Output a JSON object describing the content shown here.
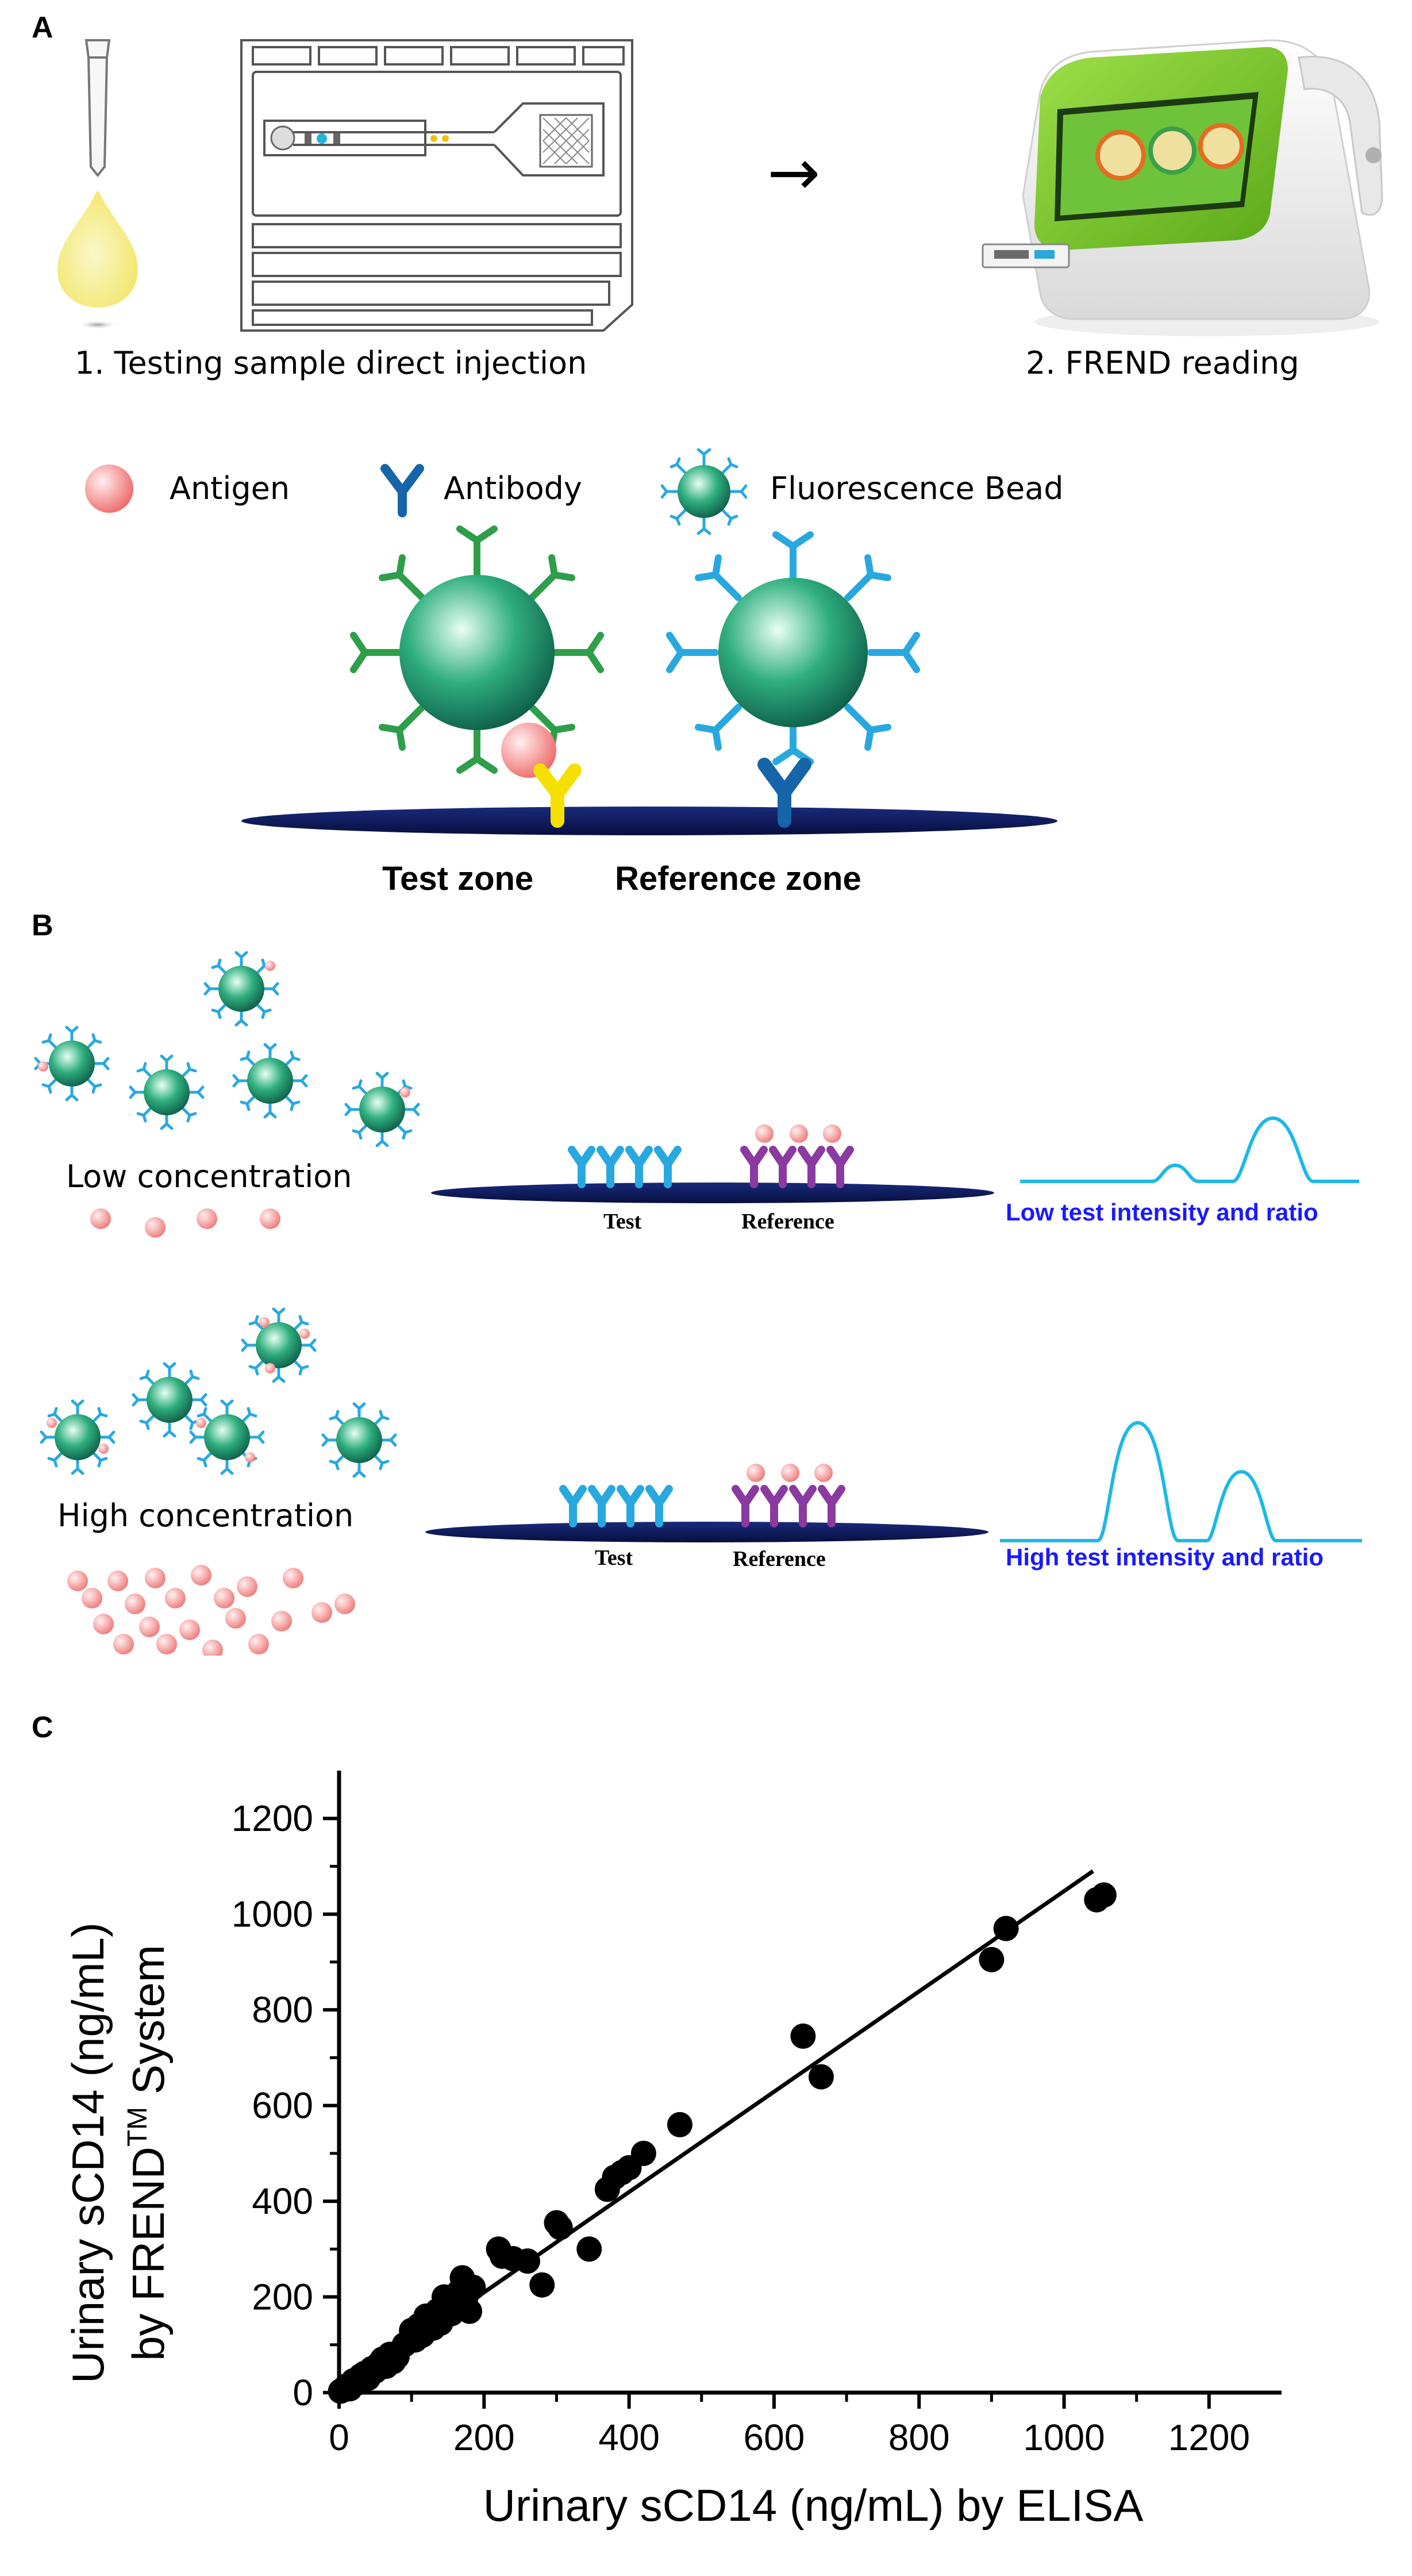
{
  "panels": {
    "a": "A",
    "b": "B",
    "c": "C"
  },
  "panel_a": {
    "step1": "1. Testing sample direct injection",
    "step2": "2. FREND reading",
    "arrow": "→",
    "legend": {
      "antigen": "Antigen",
      "antibody": "Antibody",
      "bead": "Fluorescence Bead"
    },
    "zones": {
      "test": "Test zone",
      "reference": "Reference zone"
    }
  },
  "panel_b": {
    "low": {
      "label": "Low concentration",
      "test": "Test",
      "reference": "Reference",
      "result": "Low test intensity and ratio"
    },
    "high": {
      "label": "High concentration",
      "test": "Test",
      "reference": "Reference",
      "result": "High test intensity and ratio"
    }
  },
  "colors": {
    "bead_green": "#1a8a5a",
    "antibody_green": "#2e9e4a",
    "antibody_cyan": "#29a8e0",
    "antibody_yellow": "#f5e000",
    "antibody_blue": "#1565a8",
    "antibody_purple": "#8a3aa0",
    "antigen_pink": "#f4a0a0",
    "plate_navy": "#0d1a5c",
    "signal_cyan": "#1cb8e8",
    "result_blue": "#1a1aff",
    "device_green": "#7cc520"
  },
  "chart_data": {
    "type": "scatter",
    "xlabel": "Urinary sCD14 (ng/mL) by ELISA",
    "ylabel_line1": "Urinary sCD14 (ng/mL)",
    "ylabel_line2_pre": "by FREND",
    "ylabel_sup": "TM",
    "ylabel_line2_post": " System",
    "xlim": [
      0,
      1300
    ],
    "ylim": [
      0,
      1300
    ],
    "xticks": [
      0,
      200,
      400,
      600,
      800,
      1000,
      1200
    ],
    "yticks": [
      0,
      200,
      400,
      600,
      800,
      1000,
      1200
    ],
    "points": [
      [
        2,
        3
      ],
      [
        5,
        5
      ],
      [
        8,
        10
      ],
      [
        12,
        15
      ],
      [
        15,
        8
      ],
      [
        20,
        25
      ],
      [
        25,
        20
      ],
      [
        30,
        35
      ],
      [
        35,
        40
      ],
      [
        40,
        30
      ],
      [
        45,
        50
      ],
      [
        50,
        45
      ],
      [
        55,
        60
      ],
      [
        60,
        70
      ],
      [
        65,
        55
      ],
      [
        70,
        80
      ],
      [
        75,
        65
      ],
      [
        80,
        75
      ],
      [
        90,
        100
      ],
      [
        100,
        130
      ],
      [
        105,
        110
      ],
      [
        110,
        140
      ],
      [
        115,
        120
      ],
      [
        120,
        160
      ],
      [
        125,
        150
      ],
      [
        130,
        135
      ],
      [
        135,
        170
      ],
      [
        140,
        145
      ],
      [
        145,
        200
      ],
      [
        150,
        180
      ],
      [
        155,
        165
      ],
      [
        160,
        190
      ],
      [
        165,
        210
      ],
      [
        170,
        240
      ],
      [
        175,
        200
      ],
      [
        180,
        170
      ],
      [
        185,
        220
      ],
      [
        220,
        300
      ],
      [
        225,
        285
      ],
      [
        240,
        280
      ],
      [
        260,
        275
      ],
      [
        280,
        225
      ],
      [
        300,
        355
      ],
      [
        305,
        345
      ],
      [
        345,
        300
      ],
      [
        370,
        425
      ],
      [
        380,
        450
      ],
      [
        390,
        460
      ],
      [
        400,
        470
      ],
      [
        420,
        500
      ],
      [
        470,
        560
      ],
      [
        640,
        745
      ],
      [
        665,
        660
      ],
      [
        900,
        905
      ],
      [
        920,
        970
      ],
      [
        1045,
        1030
      ],
      [
        1055,
        1040
      ]
    ],
    "fit_line": [
      [
        0,
        0
      ],
      [
        1040,
        1090
      ]
    ]
  }
}
